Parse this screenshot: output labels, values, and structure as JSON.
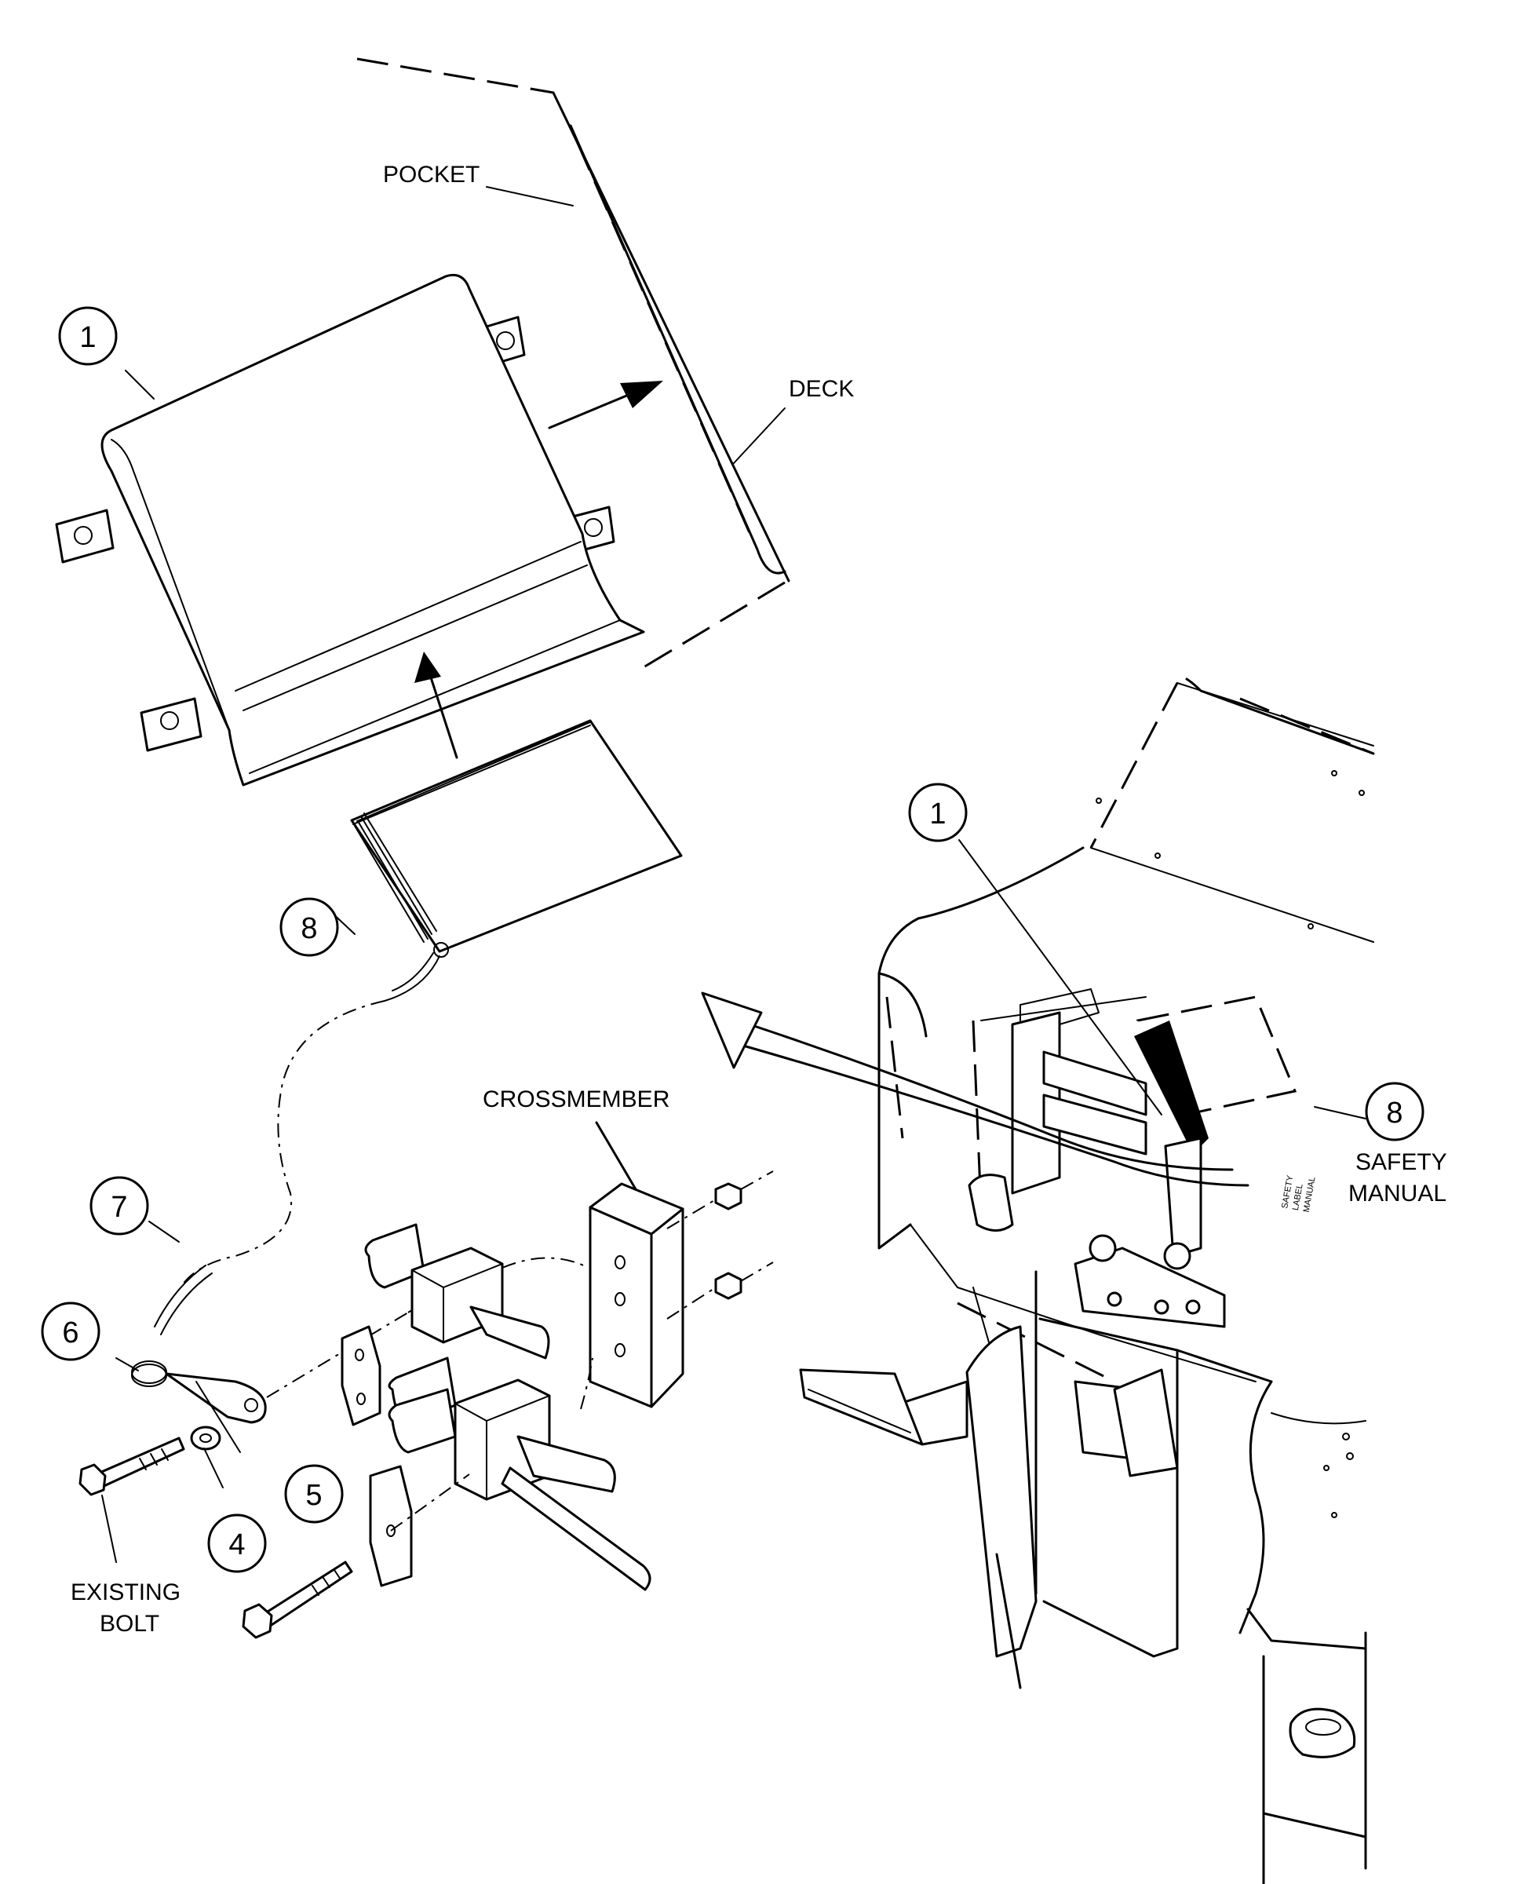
{
  "labels": {
    "pocket": "POCKET",
    "deck": "DECK",
    "crossmember": "CROSSMEMBER",
    "existing_bolt_line1": "EXISTING",
    "existing_bolt_line2": "BOLT",
    "safety_manual_line1": "SAFETY",
    "safety_manual_line2": "MANUAL"
  },
  "callouts": {
    "c1_top": "1",
    "c8_top": "8",
    "c7": "7",
    "c6": "6",
    "c5": "5",
    "c4": "4",
    "c1_right": "1",
    "c8_right": "8"
  },
  "decal_text": {
    "line1": "SAFETY",
    "line2": "LABEL",
    "line3": "MANUAL"
  },
  "colors": {
    "ink": "#000000",
    "paper": "#ffffff"
  }
}
